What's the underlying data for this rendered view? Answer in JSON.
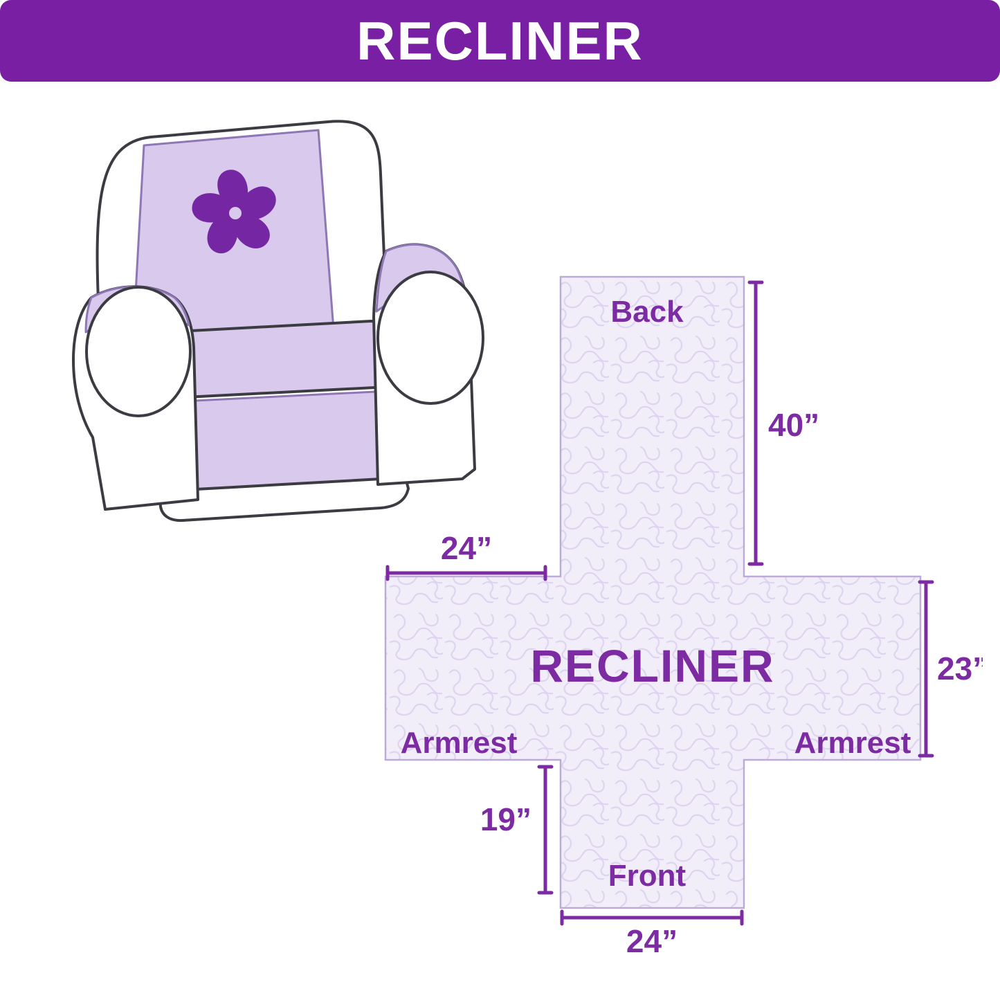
{
  "header": {
    "title": "RECLINER"
  },
  "chair": {
    "logo_icon": "pinwheel-icon",
    "cover_color": "#d9c9ec"
  },
  "diagram": {
    "center_label": "RECLINER",
    "labels": {
      "back": "Back",
      "armrest_left": "Armrest",
      "armrest_right": "Armrest",
      "front": "Front"
    },
    "dimensions": {
      "back_height": "40”",
      "armrest_top_width": "24”",
      "side_height": "23”",
      "front_flap_height": "19”",
      "front_width": "24”"
    },
    "colors": {
      "banner": "#791fa4",
      "label_purple": "#7c2ba3",
      "cover_lavender": "#d9c9ec",
      "pattern_fill": "#f2eef9"
    }
  }
}
